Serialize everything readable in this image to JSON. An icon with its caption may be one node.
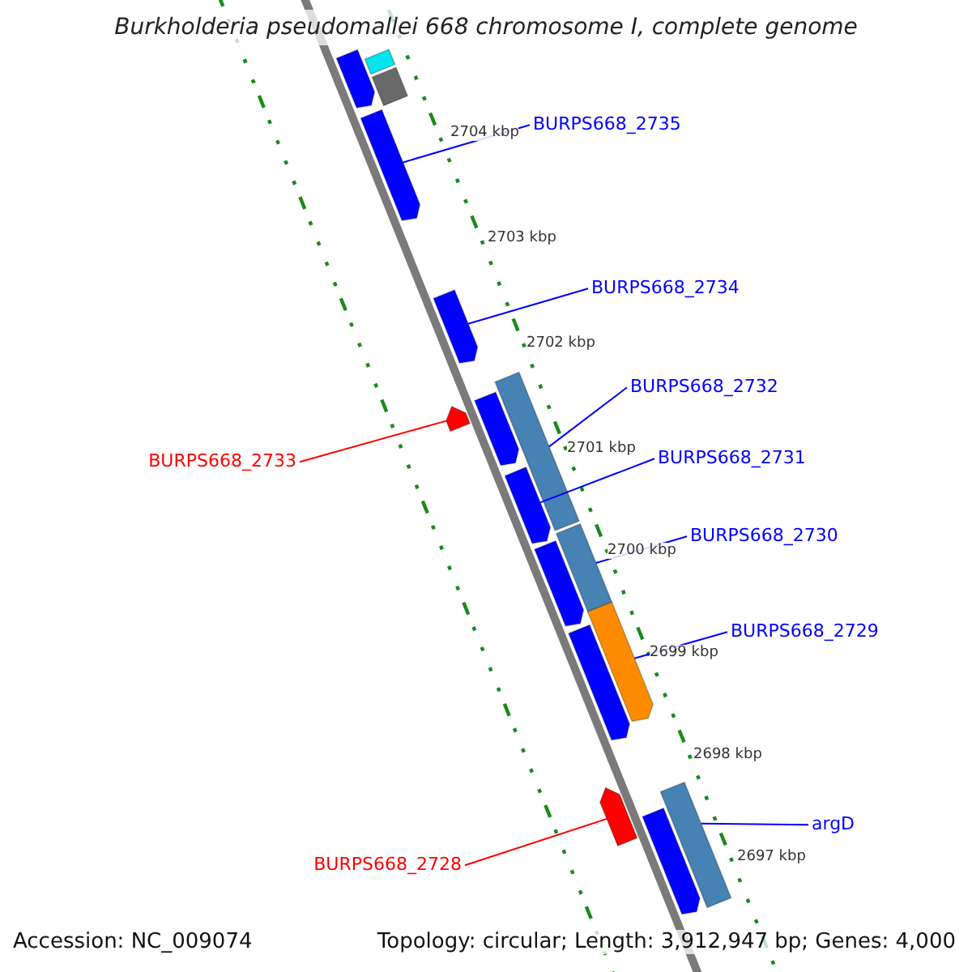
{
  "diagram": {
    "title": "Burkholderia pseudomallei 668 chromosome I, complete genome",
    "nodes": [
      {
        "text": [
          "BURPS668_2735"
        ]
      },
      {
        "text": [],
        "shape": "bar"
      },
      {
        "text": [
          "BURPS668_2734"
        ]
      },
      {
        "text": [],
        "shape": "bar"
      },
      {
        "text": [
          "BURPS668_2732"
        ]
      },
      {
        "text": [],
        "shape": "bar"
      },
      {
        "text": [
          "BURPS668_2733"
        ]
      },
      {
        "text": [],
        "shape": "bar"
      },
      {
        "text": [
          "BURPS668_2731"
        ]
      },
      {
        "text": [],
        "shape": "bar"
      },
      {
        "text": [
          "BURPS668_2730"
        ]
      },
      {
        "text": [],
        "shape": "bar"
      },
      {
        "text": [
          "BURPS668_2729"
        ]
      },
      {
        "text": [],
        "shape": "bar"
      },
      {
        "text": [
          "BURPS668_2728"
        ]
      },
      {
        "text": [],
        "shape": "bar"
      },
      {
        "text": [
          "argD"
        ]
      },
      {
        "text": [],
        "shape": "bar"
      },
      {
        "text": [],
        "shape": "bar"
      },
      {
        "text": [],
        "shape": "bar"
      },
      {
        "text": [],
        "shape": "bar"
      },
      {
        "text": [],
        "shape": "bar"
      },
      {
        "text": [],
        "shape": "bar"
      },
      {
        "text": [],
        "shape": "bar"
      },
      {
        "text": [],
        "shape": "bar"
      }
    ],
    "edges": [
      {
        "from": 0,
        "to": 1,
        "arrow": "none"
      },
      {
        "from": 2,
        "to": 3,
        "arrow": "none"
      },
      {
        "from": 4,
        "to": 5,
        "arrow": "none"
      },
      {
        "from": 6,
        "to": 7,
        "arrow": "none",
        "color": "#ff0000"
      },
      {
        "from": 8,
        "to": 9,
        "arrow": "none"
      },
      {
        "from": 10,
        "to": 11,
        "arrow": "none"
      },
      {
        "from": 12,
        "to": 13,
        "arrow": "none"
      },
      {
        "from": 14,
        "to": 15,
        "arrow": "none",
        "color": "#ff0000"
      },
      {
        "from": 16,
        "to": 17,
        "arrow": "none"
      }
    ],
    "labels": [
      "2704 kbp",
      "2703 kbp",
      "2702 kbp",
      "2701 kbp",
      "2700 kbp",
      "2699 kbp",
      "2698 kbp",
      "2697 kbp",
      "Accession: NC_009074",
      "Topology: circular; Length: 3,912,947 bp; Genes: 4,000"
    ]
  }
}
